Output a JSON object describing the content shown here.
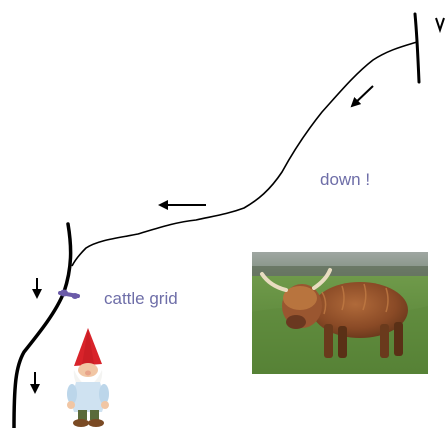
{
  "labels": {
    "down": "down !",
    "cattle_grid": "cattle grid"
  },
  "pictures": {
    "cow": "highland-cow-photo",
    "gnome": "garden-gnome"
  },
  "colors": {
    "label_text": "#6e6ea8",
    "path_line": "#000000",
    "cattle_grid_marker": "#6a5aa8",
    "gnome_hat": "#d8232a"
  }
}
